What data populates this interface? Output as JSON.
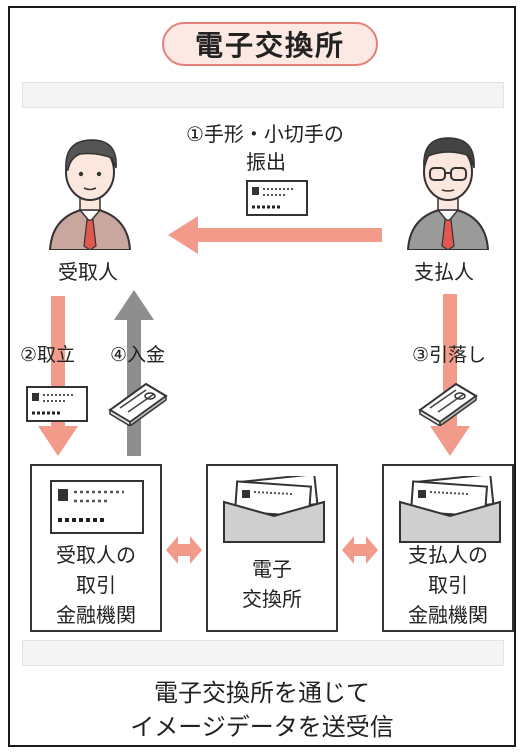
{
  "title": "電子交換所",
  "steps": {
    "step1_line1": "①手形・小切手の",
    "step1_line2": "振出",
    "step2": "②取立",
    "step3": "③引落し",
    "step4": "④入金"
  },
  "parties": {
    "recipient": "受取人",
    "payer": "支払人"
  },
  "banks": {
    "recipient_bank": [
      "受取人の",
      "取引",
      "金融機関"
    ],
    "exchange": [
      "電子",
      "交換所"
    ],
    "payer_bank": [
      "支払人の",
      "取引",
      "金融機関"
    ]
  },
  "footer": {
    "line1": "電子交換所を通じて",
    "line2": "イメージデータを送受信"
  },
  "colors": {
    "accent": "#f39b8b",
    "gray_arrow": "#8e8e8e",
    "pill_fill": "#fde9e4",
    "suit": "#c9a79e",
    "tie": "#e0584f"
  },
  "icons": [
    "check-document-icon",
    "banknote-stack-icon",
    "envelope-icon",
    "double-arrow-icon"
  ]
}
